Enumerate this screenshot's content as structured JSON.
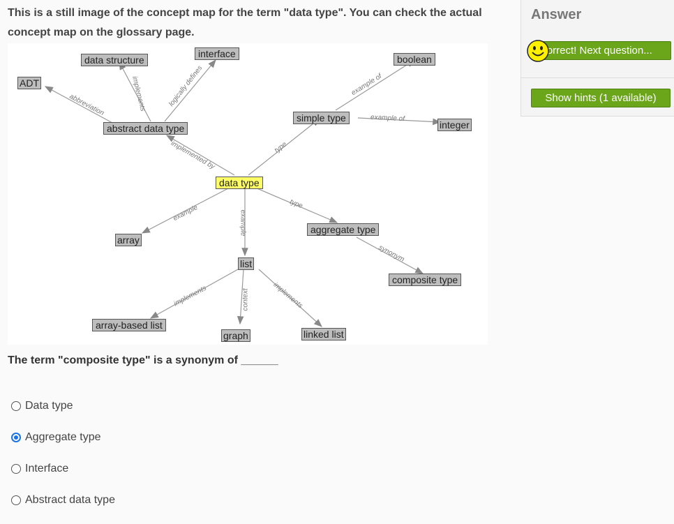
{
  "intro": {
    "line1": "This is a still image of the concept map for the term \"data type\". You can check the actual",
    "line2": "concept map on the glossary page."
  },
  "concept_map": {
    "nodes": {
      "data_structure": "data structure",
      "interface": "interface",
      "boolean": "boolean",
      "adt": "ADT",
      "abstract_data_type": "abstract data type",
      "simple_type": "simple type",
      "integer": "integer",
      "data_type": "data type",
      "array": "array",
      "aggregate_type": "aggregate type",
      "list": "list",
      "composite_type": "composite type",
      "array_based_list": "array-based list",
      "graph": "graph",
      "linked_list": "linked list"
    },
    "edges": {
      "abbreviation": "abbreviation",
      "implements_top": "implements",
      "logically_defines": "logically defines",
      "example_of_boolean": "example of",
      "example_of_integer": "example of",
      "implemented_by": "implemented by",
      "type_simple": "type",
      "type_aggregate": "type",
      "example_array": "example",
      "example_list": "example",
      "synonym": "synonym",
      "implements_array_list": "implements",
      "context": "context",
      "implements_linked": "implements"
    }
  },
  "question": {
    "text": "The term \"composite type\" is a synonym of ______",
    "options": [
      "Data type",
      "Aggregate type",
      "Interface",
      "Abstract data type"
    ],
    "selected": "Aggregate type"
  },
  "sidebar": {
    "title": "Answer",
    "correct_button": "Correct! Next question...",
    "hints_button": "Show hints (1 available)",
    "colors": {
      "button": "#6aa51a",
      "smiley": "#ffef00"
    }
  }
}
